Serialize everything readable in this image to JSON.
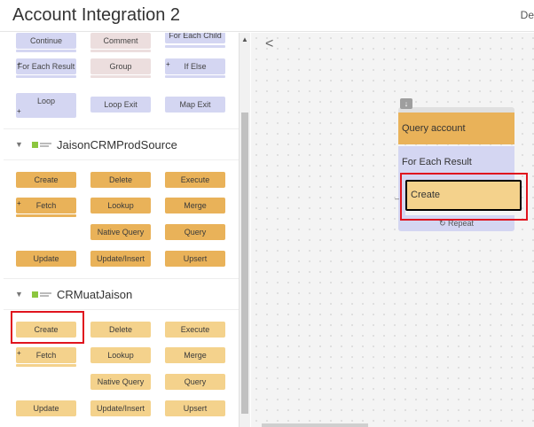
{
  "header": {
    "title": "Account Integration 2",
    "right_text": "De"
  },
  "palette": {
    "general_blocks": [
      {
        "label": "Continue"
      },
      {
        "label": "Comment"
      },
      {
        "label": "For Each Child"
      },
      {
        "label": "For Each Result"
      },
      {
        "label": "Group"
      },
      {
        "label": "If Else"
      },
      {
        "label": "Loop"
      },
      {
        "label": "Loop Exit"
      },
      {
        "label": "Map Exit"
      }
    ],
    "sections": [
      {
        "name": "JaisonCRMProdSource",
        "blocks": [
          {
            "label": "Create"
          },
          {
            "label": "Delete"
          },
          {
            "label": "Execute"
          },
          {
            "label": "Fetch"
          },
          {
            "label": "Lookup"
          },
          {
            "label": "Merge"
          },
          {
            "label": "Native Query"
          },
          {
            "label": "Query"
          },
          {
            "label": "Update"
          },
          {
            "label": "Update/Insert"
          },
          {
            "label": "Upsert"
          }
        ]
      },
      {
        "name": "CRMuatJaison",
        "blocks": [
          {
            "label": "Create"
          },
          {
            "label": "Delete"
          },
          {
            "label": "Execute"
          },
          {
            "label": "Fetch"
          },
          {
            "label": "Lookup"
          },
          {
            "label": "Merge"
          },
          {
            "label": "Native Query"
          },
          {
            "label": "Query"
          },
          {
            "label": "Update"
          },
          {
            "label": "Update/Insert"
          },
          {
            "label": "Upsert"
          }
        ]
      }
    ]
  },
  "canvas": {
    "back_glyph": "<",
    "flow": {
      "query_label": "Query account",
      "foreach_label": "For Each Result",
      "create_label": "Create",
      "repeat_label": "Repeat"
    }
  },
  "colors": {
    "lavender_block": "#d4d6f2",
    "pink_block": "#ecdede",
    "orange_block": "#e9b259",
    "light_orange_block": "#f4d28c",
    "highlight": "#e0141e"
  }
}
